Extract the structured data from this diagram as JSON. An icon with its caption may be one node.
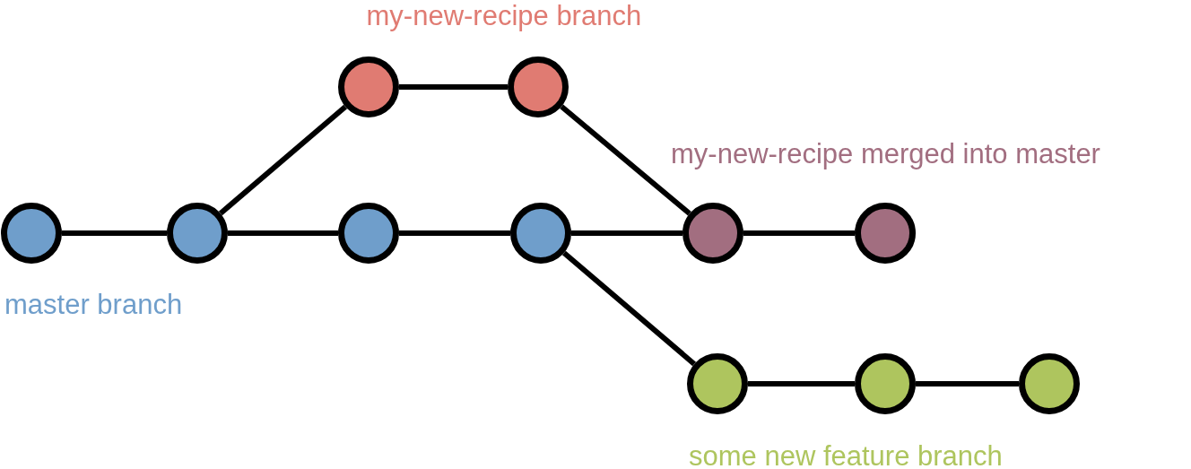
{
  "diagram": {
    "nodes": [
      {
        "text": [],
        "shape": "circle"
      },
      {
        "text": [],
        "shape": "circle"
      },
      {
        "text": [],
        "shape": "circle"
      },
      {
        "text": [],
        "shape": "circle"
      },
      {
        "text": [],
        "shape": "circle"
      },
      {
        "text": [],
        "shape": "circle"
      },
      {
        "text": [],
        "shape": "circle"
      },
      {
        "text": [],
        "shape": "circle"
      },
      {
        "text": [],
        "shape": "circle"
      },
      {
        "text": [],
        "shape": "circle"
      },
      {
        "text": [],
        "shape": "circle"
      }
    ],
    "edges": [
      {
        "from": 0,
        "to": 1,
        "arrow": "none"
      },
      {
        "from": 1,
        "to": 2,
        "arrow": "none"
      },
      {
        "from": 1,
        "to": 3,
        "arrow": "none"
      },
      {
        "from": 2,
        "to": 4,
        "arrow": "none"
      },
      {
        "from": 3,
        "to": 5,
        "arrow": "none"
      },
      {
        "from": 4,
        "to": 6,
        "arrow": "none"
      },
      {
        "from": 5,
        "to": 6,
        "arrow": "none"
      },
      {
        "from": 6,
        "to": 8,
        "arrow": "none"
      },
      {
        "from": 5,
        "to": 7,
        "arrow": "none"
      },
      {
        "from": 7,
        "to": 9,
        "arrow": "none"
      },
      {
        "from": 9,
        "to": 10,
        "arrow": "none"
      }
    ],
    "labels": [
      "my-new-recipe branch",
      "my-new-recipe merged into master",
      "master branch",
      "some new feature branch"
    ]
  }
}
